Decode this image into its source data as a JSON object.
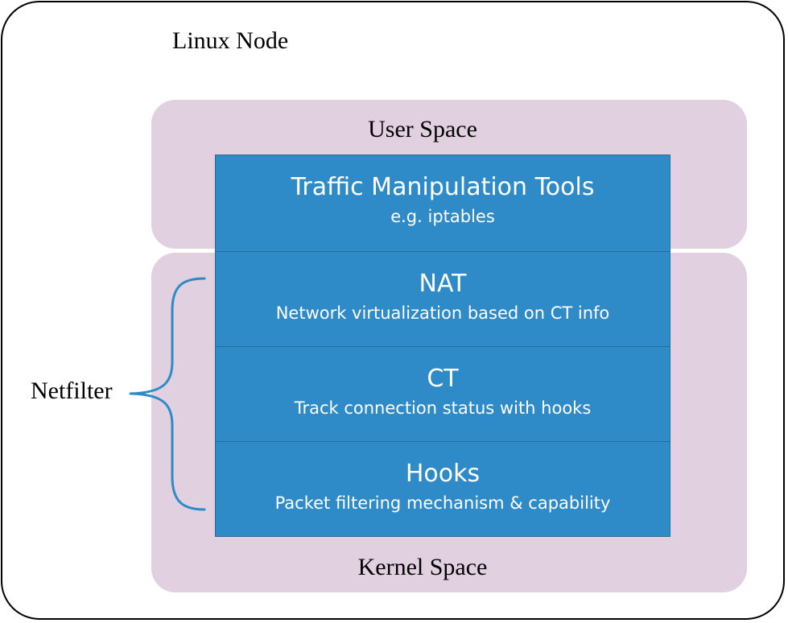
{
  "node": {
    "title": "Linux Node"
  },
  "user_space": {
    "label": "User Space"
  },
  "kernel_space": {
    "label": "Kernel Space"
  },
  "layers": [
    {
      "title": "Traffic Manipulation Tools",
      "description": "e.g. iptables"
    },
    {
      "title": "NAT",
      "description": "Network virtualization based on CT info"
    },
    {
      "title": "CT",
      "description": "Track connection status with hooks"
    },
    {
      "title": "Hooks",
      "description": "Packet filtering mechanism & capability"
    }
  ],
  "netfilter": {
    "label": "Netfilter"
  },
  "colors": {
    "layer_fill": "#2e8bc7",
    "layer_border": "#2a6a9a",
    "space_fill": "#e1d0e0",
    "brace": "#2e8bc7"
  }
}
